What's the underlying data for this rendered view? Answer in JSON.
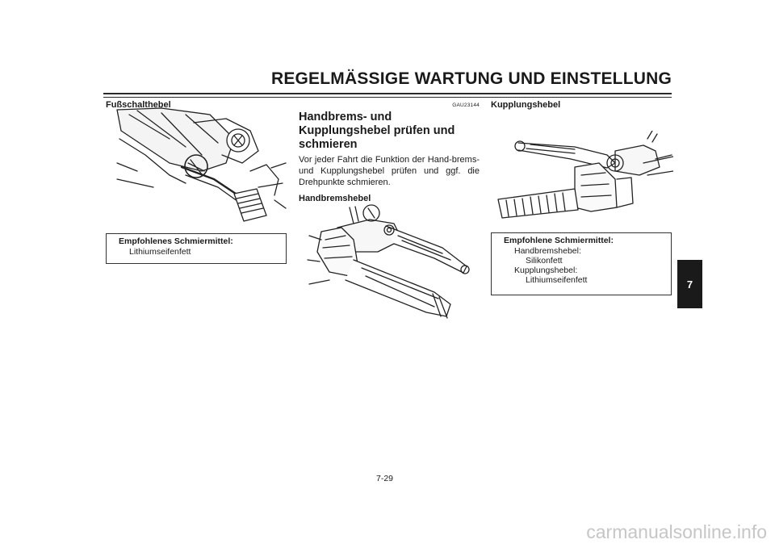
{
  "header": {
    "title": "REGELMÄSSIGE WARTUNG UND EINSTELLUNG"
  },
  "chapter_tab": "7",
  "col1": {
    "heading": "Fußschalthebel",
    "box": {
      "title": "Empfohlenes Schmiermittel:",
      "line1": "Lithiumseifenfett"
    }
  },
  "col2": {
    "code": "GAU23144",
    "title_line1": "Handbrems- und",
    "title_line2": "Kupplungshebel prüfen und",
    "title_line3": "schmieren",
    "paragraph": "Vor jeder Fahrt die Funktion der Hand-brems- und Kupplungshebel prüfen und ggf. die Drehpunkte schmieren.",
    "subheading": "Handbremshebel"
  },
  "col3": {
    "heading": "Kupplungshebel",
    "box": {
      "title": "Empfohlene Schmiermittel:",
      "line1": "Handbremshebel:",
      "line2": "Silikonfett",
      "line3": "Kupplungshebel:",
      "line4": "Lithiumseifenfett"
    }
  },
  "footer": {
    "page_number": "7-29"
  },
  "watermark": "carmanualsonline.info"
}
